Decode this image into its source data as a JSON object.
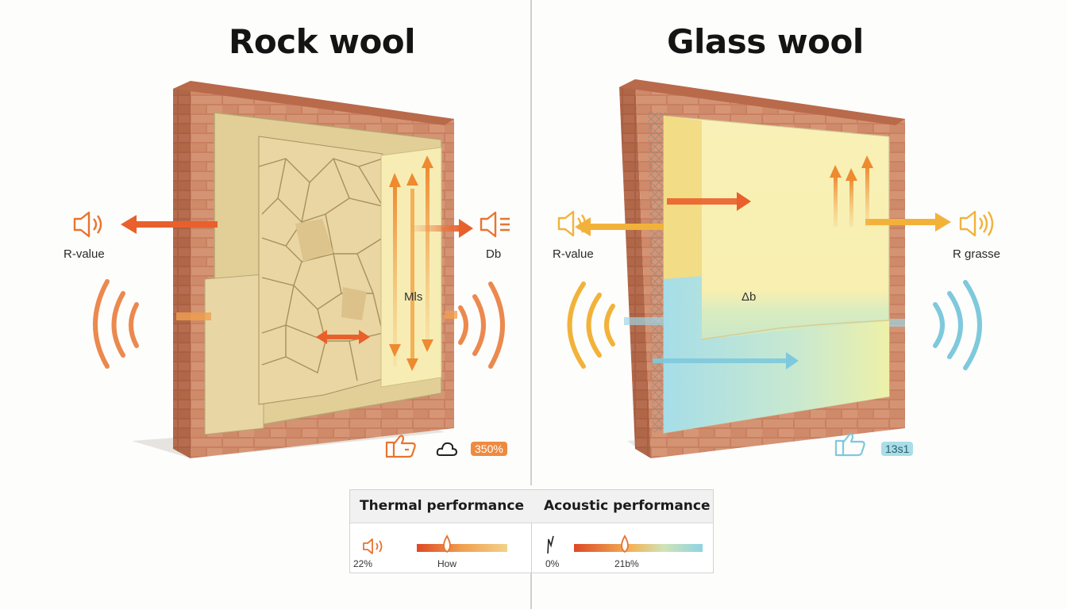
{
  "left": {
    "title": "Rock wool",
    "r_value_label": "R-value",
    "db_label": "Db",
    "inner_label": "Mls",
    "badge_text": "350%"
  },
  "right": {
    "title": "Glass wool",
    "r_value_label": "R-value",
    "r_grasse_label": "R grasse",
    "inner_label": "Δb",
    "badge_text": "13s1"
  },
  "legend": {
    "thermal_title": "Thermal performance",
    "acoustic_title": "Acoustic performance",
    "thermal_min": "22%",
    "thermal_max": "How",
    "acoustic_min": "0%",
    "acoustic_max": "21b%"
  },
  "colors": {
    "rock_accent": "#e8773a",
    "glass_yellow": "#f2b23a",
    "glass_cyan": "#7ec9dc",
    "brick": "#c27a5a",
    "rock_wool": "#e6d3a0",
    "glass_wool": "#f7efb3"
  },
  "icons": [
    "speaker-icon",
    "cloud-icon",
    "thumbs-up-icon",
    "drop-icon",
    "sound-wave-icon"
  ]
}
